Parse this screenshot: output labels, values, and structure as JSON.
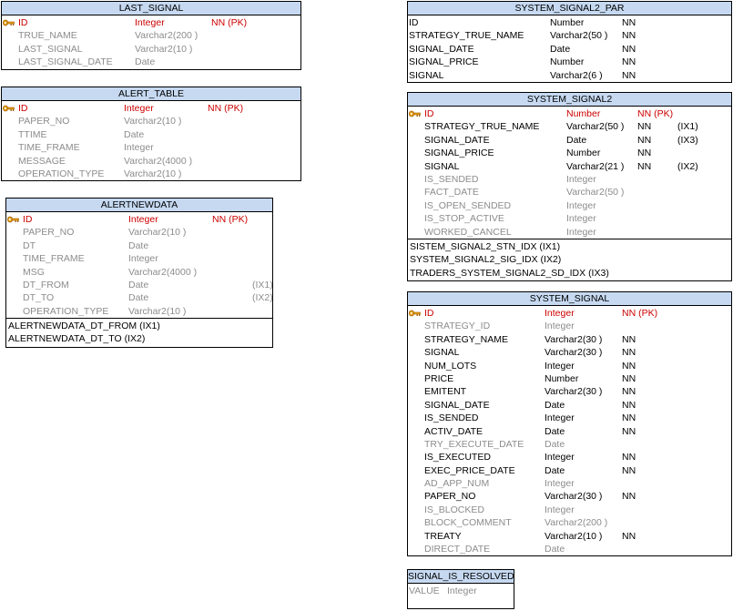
{
  "tables": [
    {
      "id": "last_signal",
      "name": "LAST_SIGNAL",
      "columns": [
        {
          "name": "ID",
          "type": "Integer",
          "nn": "NN (PK)",
          "index": "",
          "kind": "pk"
        },
        {
          "name": "TRUE_NAME",
          "type": "Varchar2(200 )",
          "nn": "",
          "index": "",
          "kind": "opt"
        },
        {
          "name": "LAST_SIGNAL",
          "type": "Varchar2(10 )",
          "nn": "",
          "index": "",
          "kind": "opt"
        },
        {
          "name": "LAST_SIGNAL_DATE",
          "type": "Date",
          "nn": "",
          "index": "",
          "kind": "opt"
        }
      ],
      "indexes": []
    },
    {
      "id": "alert_table",
      "name": "ALERT_TABLE",
      "columns": [
        {
          "name": "ID",
          "type": "Integer",
          "nn": "NN (PK)",
          "index": "",
          "kind": "pk"
        },
        {
          "name": "PAPER_NO",
          "type": "Varchar2(10 )",
          "nn": "",
          "index": "",
          "kind": "opt"
        },
        {
          "name": "TTIME",
          "type": "Date",
          "nn": "",
          "index": "",
          "kind": "opt"
        },
        {
          "name": "TIME_FRAME",
          "type": "Integer",
          "nn": "",
          "index": "",
          "kind": "opt"
        },
        {
          "name": "MESSAGE",
          "type": "Varchar2(4000 )",
          "nn": "",
          "index": "",
          "kind": "opt"
        },
        {
          "name": "OPERATION_TYPE",
          "type": "Varchar2(10 )",
          "nn": "",
          "index": "",
          "kind": "opt"
        }
      ],
      "indexes": []
    },
    {
      "id": "alertnewdata",
      "name": "ALERTNEWDATA",
      "columns": [
        {
          "name": "ID",
          "type": "Integer",
          "nn": "NN (PK)",
          "index": "",
          "kind": "pk"
        },
        {
          "name": "PAPER_NO",
          "type": "Varchar2(10 )",
          "nn": "",
          "index": "",
          "kind": "opt"
        },
        {
          "name": "DT",
          "type": "Date",
          "nn": "",
          "index": "",
          "kind": "opt"
        },
        {
          "name": "TIME_FRAME",
          "type": "Integer",
          "nn": "",
          "index": "",
          "kind": "opt"
        },
        {
          "name": "MSG",
          "type": "Varchar2(4000 )",
          "nn": "",
          "index": "",
          "kind": "opt"
        },
        {
          "name": "DT_FROM",
          "type": "Date",
          "nn": "",
          "index": "(IX1)",
          "kind": "opt"
        },
        {
          "name": "DT_TO",
          "type": "Date",
          "nn": "",
          "index": "(IX2)",
          "kind": "opt"
        },
        {
          "name": "OPERATION_TYPE",
          "type": "Varchar2(10 )",
          "nn": "",
          "index": "",
          "kind": "opt"
        }
      ],
      "indexes": [
        "ALERTNEWDATA_DT_FROM (IX1)",
        "ALERTNEWDATA_DT_TO (IX2)"
      ]
    },
    {
      "id": "system_signal2_par",
      "name": "SYSTEM_SIGNAL2_PAR",
      "columns": [
        {
          "name": "ID",
          "type": "Number",
          "nn": "NN",
          "index": "",
          "kind": "req"
        },
        {
          "name": "STRATEGY_TRUE_NAME",
          "type": "Varchar2(50 )",
          "nn": "NN",
          "index": "",
          "kind": "req"
        },
        {
          "name": "SIGNAL_DATE",
          "type": "Date",
          "nn": "NN",
          "index": "",
          "kind": "req"
        },
        {
          "name": "SIGNAL_PRICE",
          "type": "Number",
          "nn": "NN",
          "index": "",
          "kind": "req"
        },
        {
          "name": "SIGNAL",
          "type": "Varchar2(6 )",
          "nn": "NN",
          "index": "",
          "kind": "req"
        }
      ],
      "indexes": []
    },
    {
      "id": "system_signal2",
      "name": "SYSTEM_SIGNAL2",
      "columns": [
        {
          "name": "ID",
          "type": "Number",
          "nn": "NN (PK)",
          "index": "",
          "kind": "pk"
        },
        {
          "name": "STRATEGY_TRUE_NAME",
          "type": "Varchar2(50 )",
          "nn": "NN",
          "index": "(IX1)",
          "kind": "req"
        },
        {
          "name": "SIGNAL_DATE",
          "type": "Date",
          "nn": "NN",
          "index": "(IX3)",
          "kind": "req"
        },
        {
          "name": "SIGNAL_PRICE",
          "type": "Number",
          "nn": "NN",
          "index": "",
          "kind": "req"
        },
        {
          "name": "SIGNAL",
          "type": "Varchar2(21 )",
          "nn": "NN",
          "index": "(IX2)",
          "kind": "req"
        },
        {
          "name": "IS_SENDED",
          "type": "Integer",
          "nn": "",
          "index": "",
          "kind": "opt"
        },
        {
          "name": "FACT_DATE",
          "type": "Varchar2(50 )",
          "nn": "",
          "index": "",
          "kind": "opt"
        },
        {
          "name": "IS_OPEN_SENDED",
          "type": "Integer",
          "nn": "",
          "index": "",
          "kind": "opt"
        },
        {
          "name": "IS_STOP_ACTIVE",
          "type": "Integer",
          "nn": "",
          "index": "",
          "kind": "opt"
        },
        {
          "name": "WORKED_CANCEL",
          "type": "Integer",
          "nn": "",
          "index": "",
          "kind": "opt"
        }
      ],
      "indexes": [
        "SISTEM_SIGNAL2_STN_IDX (IX1)",
        "SYSTEM_SIGNAL2_SIG_IDX (IX2)",
        "TRADERS_SYSTEM_SIGNAL2_SD_IDX (IX3)"
      ]
    },
    {
      "id": "system_signal",
      "name": "SYSTEM_SIGNAL",
      "columns": [
        {
          "name": "ID",
          "type": "Integer",
          "nn": "NN (PK)",
          "index": "",
          "kind": "pk"
        },
        {
          "name": "STRATEGY_ID",
          "type": "Integer",
          "nn": "",
          "index": "",
          "kind": "opt"
        },
        {
          "name": "STRATEGY_NAME",
          "type": "Varchar2(30 )",
          "nn": "NN",
          "index": "",
          "kind": "req"
        },
        {
          "name": "SIGNAL",
          "type": "Varchar2(30 )",
          "nn": "NN",
          "index": "",
          "kind": "req"
        },
        {
          "name": "NUM_LOTS",
          "type": "Integer",
          "nn": "NN",
          "index": "",
          "kind": "req"
        },
        {
          "name": "PRICE",
          "type": "Number",
          "nn": "NN",
          "index": "",
          "kind": "req"
        },
        {
          "name": "EMITENT",
          "type": "Varchar2(30 )",
          "nn": "NN",
          "index": "",
          "kind": "req"
        },
        {
          "name": "SIGNAL_DATE",
          "type": "Date",
          "nn": "NN",
          "index": "",
          "kind": "req"
        },
        {
          "name": "IS_SENDED",
          "type": "Integer",
          "nn": "NN",
          "index": "",
          "kind": "req"
        },
        {
          "name": "ACTIV_DATE",
          "type": "Date",
          "nn": "NN",
          "index": "",
          "kind": "req"
        },
        {
          "name": "TRY_EXECUTE_DATE",
          "type": "Date",
          "nn": "",
          "index": "",
          "kind": "opt"
        },
        {
          "name": "IS_EXECUTED",
          "type": "Integer",
          "nn": "NN",
          "index": "",
          "kind": "req"
        },
        {
          "name": "EXEC_PRICE_DATE",
          "type": "Date",
          "nn": "NN",
          "index": "",
          "kind": "req"
        },
        {
          "name": "AD_APP_NUM",
          "type": "Integer",
          "nn": "",
          "index": "",
          "kind": "opt"
        },
        {
          "name": "PAPER_NO",
          "type": "Varchar2(30 )",
          "nn": "NN",
          "index": "",
          "kind": "req"
        },
        {
          "name": "IS_BLOCKED",
          "type": "Integer",
          "nn": "",
          "index": "",
          "kind": "opt"
        },
        {
          "name": "BLOCK_COMMENT",
          "type": "Varchar2(200 )",
          "nn": "",
          "index": "",
          "kind": "opt"
        },
        {
          "name": "TREATY",
          "type": "Varchar2(10 )",
          "nn": "NN",
          "index": "",
          "kind": "req"
        },
        {
          "name": "DIRECT_DATE",
          "type": "Date",
          "nn": "",
          "index": "",
          "kind": "opt"
        }
      ],
      "indexes": []
    },
    {
      "id": "signal_is_resolved",
      "name": "SIGNAL_IS_RESOLVED",
      "columns": [
        {
          "name": "VALUE",
          "type": "Integer",
          "nn": "",
          "index": "",
          "kind": "opt"
        }
      ],
      "indexes": []
    }
  ]
}
